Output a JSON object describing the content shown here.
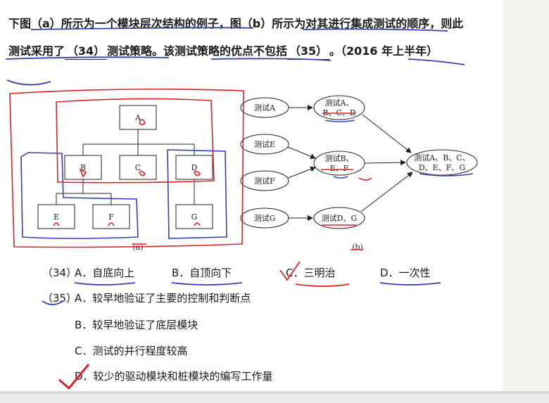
{
  "question": {
    "part1": "下图（a）所示为一个模块层次结构的例子，图（b）所示为对其进行集成测试的顺序，则此测试采用了",
    "blank34": "（34）",
    "part2": "测试策略。该测试策略的优点不包括",
    "blank35": "（35）",
    "part3": "。（2016 年上半年）"
  },
  "figure_a": {
    "caption": "(a)",
    "modules": [
      "A",
      "B",
      "C",
      "D",
      "E",
      "F",
      "G"
    ]
  },
  "figure_b": {
    "caption": "(b)",
    "nodes": {
      "a": "测试A",
      "e": "测试E",
      "f": "测试F",
      "g": "测试G",
      "abcd_1": "测试A、",
      "abcd_2": "B、C、D",
      "bef_1": "测试B、",
      "bef_2": "E、F",
      "dg": "测试D、G",
      "all_1": "测试A、B、C、",
      "all_2": "D、E、F、G"
    }
  },
  "q34": {
    "number": "（34）",
    "options": [
      "A．自底向上",
      "B．自顶向下",
      "C．三明治",
      "D．一次性"
    ]
  },
  "q35": {
    "number": "（35）",
    "options": [
      "A．较早地验证了主要的控制和判断点",
      "B．较早地验证了底层模块",
      "C．测试的并行程度较高",
      "D．较少的驱动模块和桩模块的编写工作量"
    ]
  },
  "colors": {
    "red_ink": "#d8232a",
    "blue_ink": "#3a3fb0"
  }
}
